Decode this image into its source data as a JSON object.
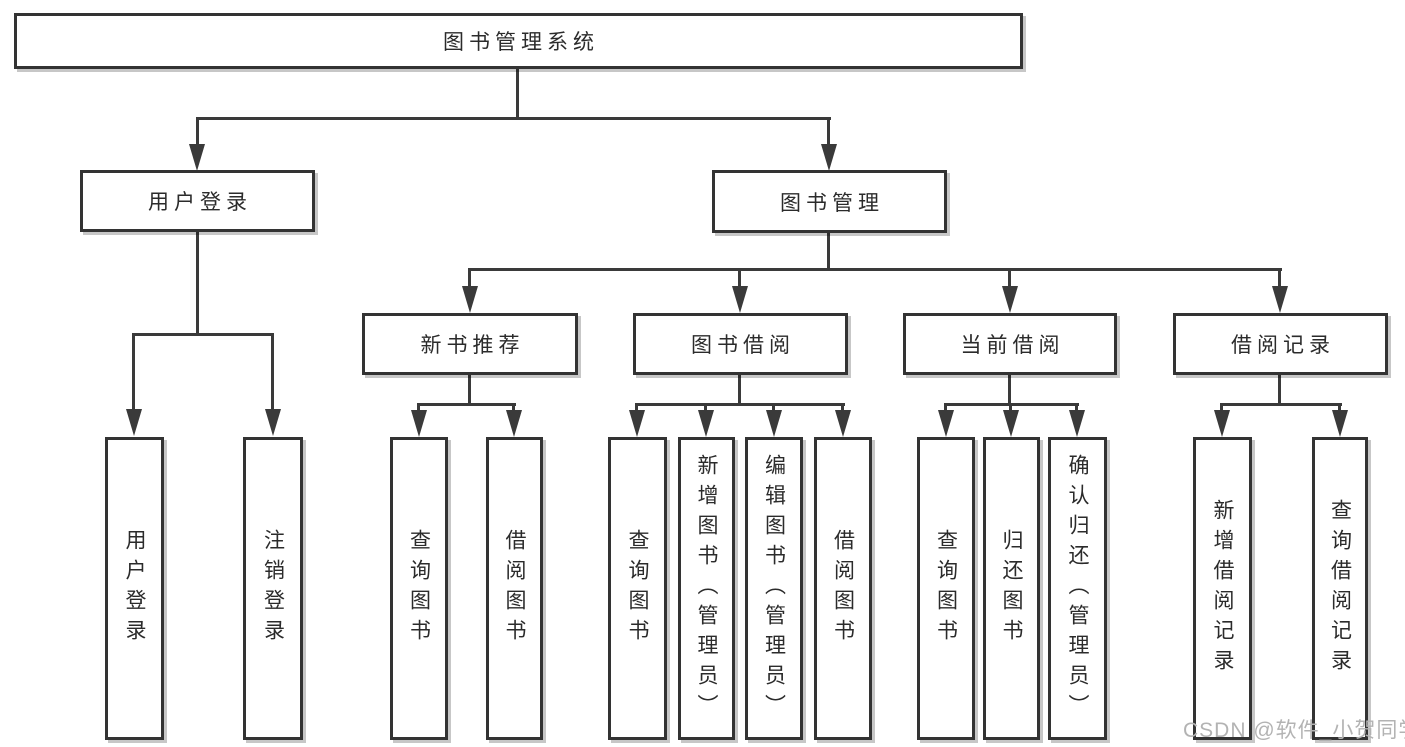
{
  "diagram": {
    "title_node": "图书管理系统",
    "root": {
      "label": "图书管理系统"
    },
    "level2": [
      {
        "id": "user-login",
        "label": "用户登录"
      },
      {
        "id": "book-management",
        "label": "图书管理"
      }
    ],
    "level3": [
      {
        "id": "new-book-recommend",
        "label": "新书推荐"
      },
      {
        "id": "book-borrowing",
        "label": "图书借阅"
      },
      {
        "id": "current-borrowing",
        "label": "当前借阅"
      },
      {
        "id": "borrowing-records",
        "label": "借阅记录"
      }
    ],
    "leaves": [
      {
        "id": "user-login-leaf",
        "parent": "user-login",
        "label": "用户登录"
      },
      {
        "id": "logout",
        "parent": "user-login",
        "label": "注销登录"
      },
      {
        "id": "search-book-1",
        "parent": "new-book-recommend",
        "label": "查询图书"
      },
      {
        "id": "borrow-book-1",
        "parent": "new-book-recommend",
        "label": "借阅图书"
      },
      {
        "id": "search-book-2",
        "parent": "book-borrowing",
        "label": "查询图书"
      },
      {
        "id": "add-book",
        "parent": "book-borrowing",
        "label": "新增图书（管理员）"
      },
      {
        "id": "edit-book",
        "parent": "book-borrowing",
        "label": "编辑图书（管理员）"
      },
      {
        "id": "borrow-book-2",
        "parent": "book-borrowing",
        "label": "借阅图书"
      },
      {
        "id": "search-book-3",
        "parent": "current-borrowing",
        "label": "查询图书"
      },
      {
        "id": "return-book",
        "parent": "current-borrowing",
        "label": "归还图书"
      },
      {
        "id": "confirm-return",
        "parent": "current-borrowing",
        "label": "确认归还（管理员）"
      },
      {
        "id": "add-borrow-record",
        "parent": "borrowing-records",
        "label": "新增借阅记录"
      },
      {
        "id": "search-borrow-record",
        "parent": "borrowing-records",
        "label": "查询借阅记录"
      }
    ],
    "watermark": "CSDN @软件_小贺同学",
    "colors": {
      "line": "#3a3a3a",
      "box_border": "#333333",
      "box_fill": "#ffffff",
      "text": "#2b2b2b",
      "watermark": "#b3b3b3",
      "background": "#ffffff"
    }
  }
}
